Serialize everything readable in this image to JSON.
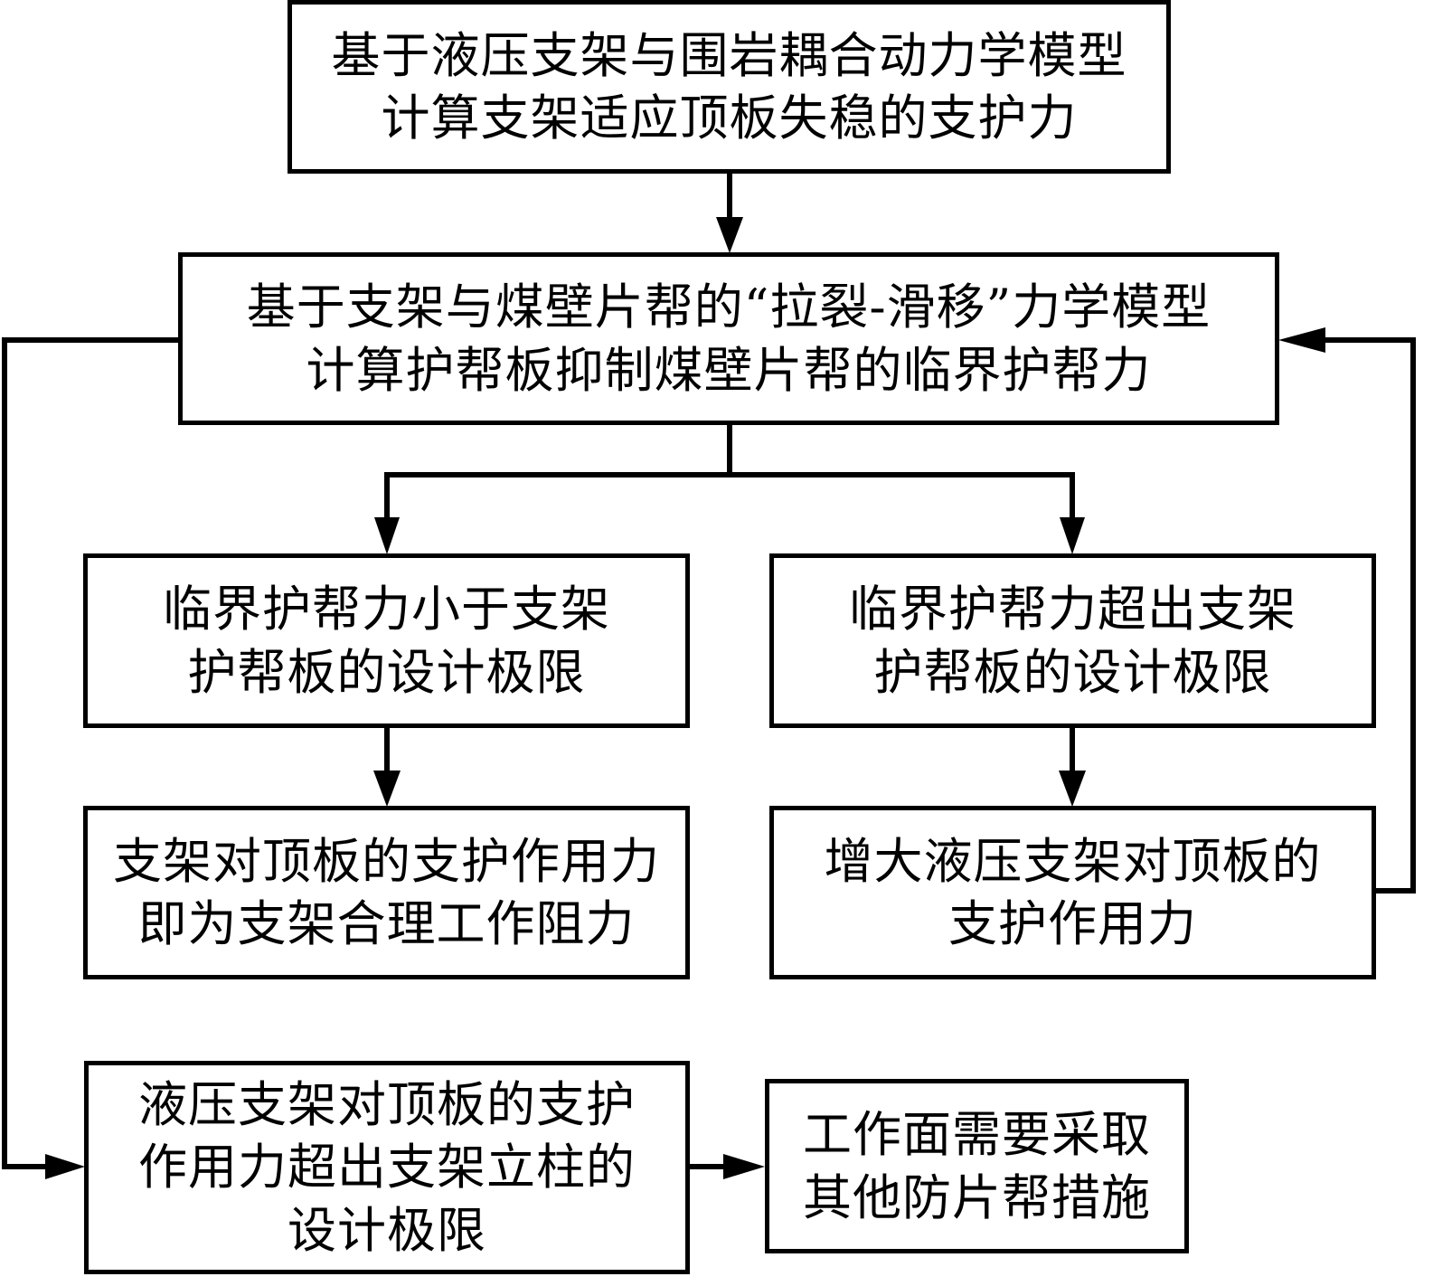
{
  "diagram": {
    "type": "flowchart",
    "nodes": {
      "n1": {
        "lines": [
          "基于液压支架与围岩耦合动力学模型",
          "计算支架适应顶板失稳的支护力"
        ]
      },
      "n2": {
        "lines": [
          "基于支架与煤壁片帮的“拉裂-滑移”力学模型",
          "计算护帮板抑制煤壁片帮的临界护帮力"
        ]
      },
      "n3": {
        "lines": [
          "临界护帮力小于支架",
          "护帮板的设计极限"
        ]
      },
      "n4": {
        "lines": [
          "临界护帮力超出支架",
          "护帮板的设计极限"
        ]
      },
      "n5": {
        "lines": [
          "支架对顶板的支护作用力",
          "即为支架合理工作阻力"
        ]
      },
      "n6": {
        "lines": [
          "增大液压支架对顶板的",
          "支护作用力"
        ]
      },
      "n7": {
        "lines": [
          "液压支架对顶板的支护",
          "作用力超出支架立柱的",
          "设计极限"
        ]
      },
      "n8": {
        "lines": [
          "工作面需要采取",
          "其他防片帮措施"
        ]
      }
    },
    "edges": [
      {
        "from": "n1",
        "to": "n2"
      },
      {
        "from": "n2",
        "to": "n3"
      },
      {
        "from": "n2",
        "to": "n4"
      },
      {
        "from": "n3",
        "to": "n5"
      },
      {
        "from": "n4",
        "to": "n6"
      },
      {
        "from": "n6",
        "to": "n2",
        "label": "feedback loop"
      },
      {
        "from": "n2",
        "to": "n7"
      },
      {
        "from": "n7",
        "to": "n8"
      }
    ],
    "colors": {
      "stroke": "#000000",
      "background": "#ffffff",
      "text": "#000000"
    }
  }
}
